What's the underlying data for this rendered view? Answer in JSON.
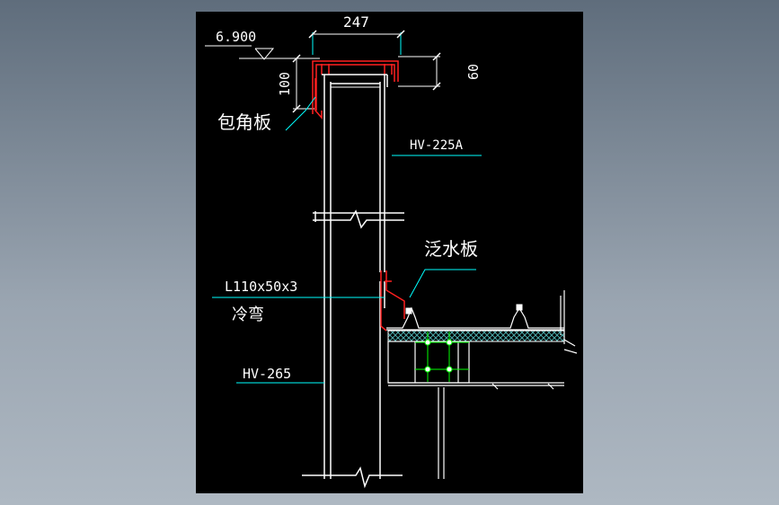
{
  "drawing": {
    "elevation": "6.900",
    "dim_width": "247",
    "dim_height_left": "100",
    "dim_height_right": "60",
    "label_corner": "包角板",
    "label_wall_top": "HV-225A",
    "label_flashing": "泛水板",
    "label_angle": "L110x50x3",
    "label_cold": "冷弯",
    "label_wall_bottom": "HV-265"
  },
  "colors": {
    "background": "#000000",
    "line": "#ffffff",
    "flashing": "#ff2020",
    "leader": "#00ffff",
    "bolt": "#00ff00",
    "insulation": "#4aa8a8"
  }
}
